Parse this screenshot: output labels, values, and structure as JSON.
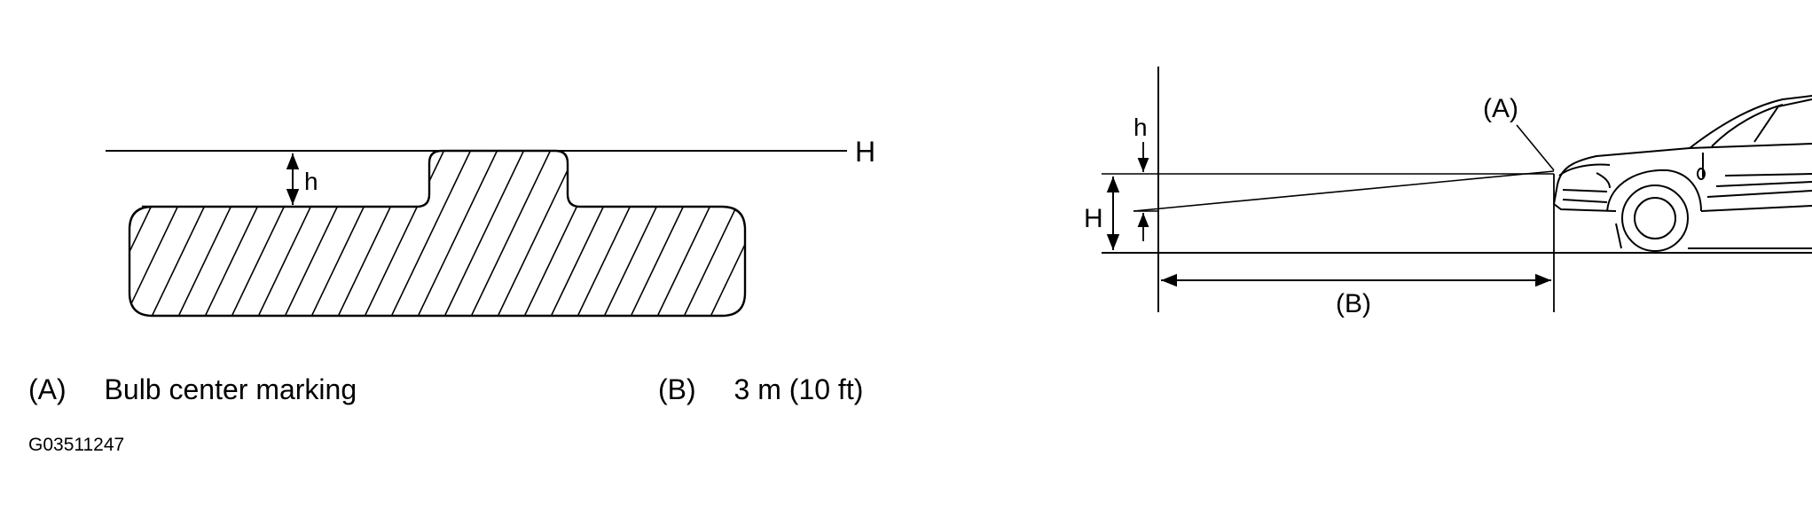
{
  "beam_pattern": {
    "reference_line_label": "H",
    "offset_label": "h"
  },
  "side_view": {
    "bulb_label": "(A)",
    "height_label": "H",
    "offset_label": "h",
    "distance_label": "(B)"
  },
  "legend": {
    "items": [
      {
        "key": "(A)",
        "text": "Bulb center marking"
      },
      {
        "key": "(B)",
        "text": "3 m (10 ft)"
      }
    ]
  },
  "figure_id": "G03511247"
}
